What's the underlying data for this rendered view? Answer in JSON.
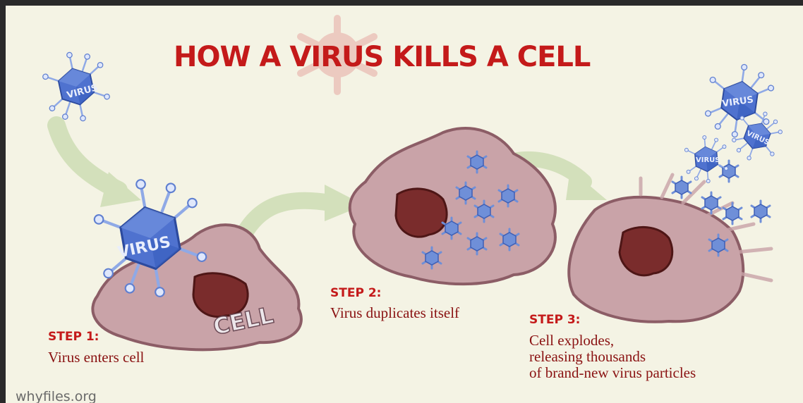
{
  "title": "HOW A VIRUS KILLS A CELL",
  "steps": [
    {
      "heading": "STEP 1:",
      "text": "Virus enters cell"
    },
    {
      "heading": "STEP 2:",
      "text": "Virus duplicates itself"
    },
    {
      "heading": "STEP 3:",
      "text": "Cell explodes,\nreleasing thousands\nof brand-new virus particles"
    }
  ],
  "labels": {
    "virus": "VIRUS",
    "cell": "CELL"
  },
  "credit": "whyfiles.org",
  "colors": {
    "title_red": "#c41a1a",
    "cell_pink": "#c9a3a8",
    "nucleus": "#7a2c2c",
    "virus_blue": "#3a5fc8",
    "arrow_green": "#cfdcb6",
    "background": "#f4f3e4"
  },
  "icons": [
    "virus-icon",
    "cell-icon",
    "nucleus-icon",
    "arrow-icon"
  ]
}
